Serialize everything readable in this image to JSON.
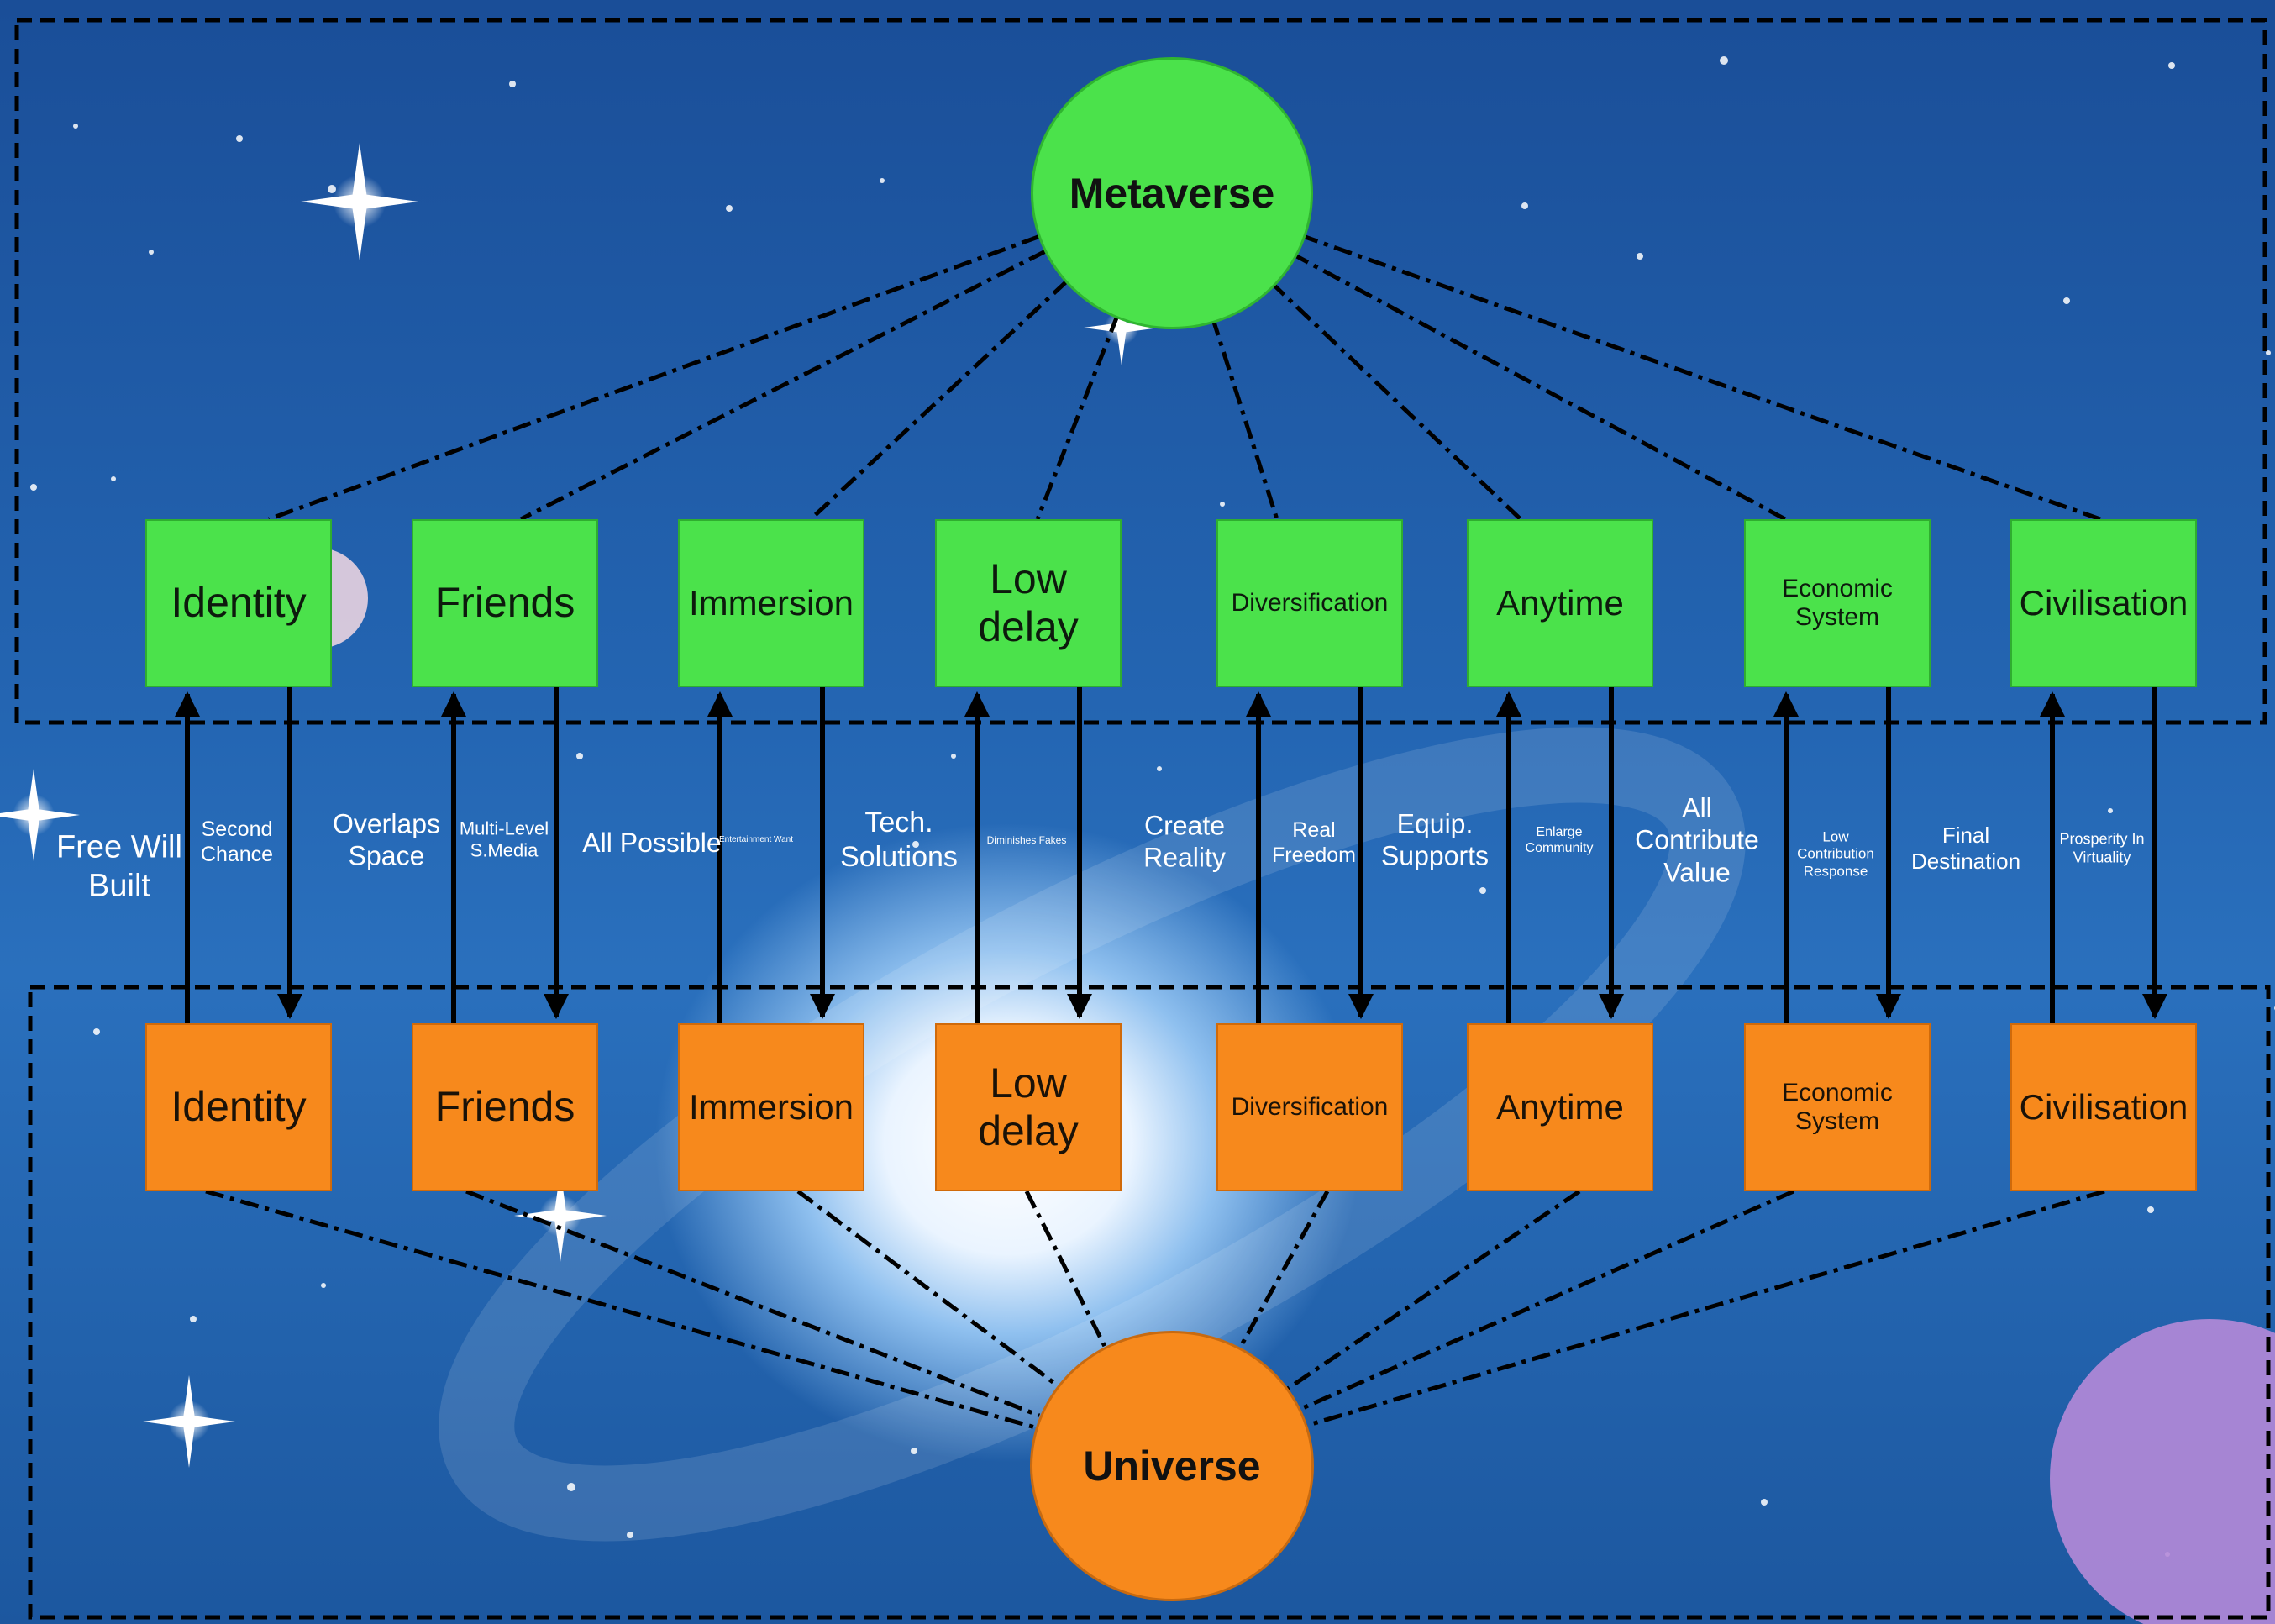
{
  "top_node": "Metaverse",
  "bottom_node": "Universe",
  "metaverse_boxes": [
    {
      "label": "Identity",
      "size": "xl"
    },
    {
      "label": "Friends",
      "size": "xl"
    },
    {
      "label": "Immersion",
      "size": "l"
    },
    {
      "label": "Low delay",
      "size": "xl"
    },
    {
      "label": "Diversification",
      "size": "s"
    },
    {
      "label": "Anytime",
      "size": "l"
    },
    {
      "label": "Economic System",
      "size": "s"
    },
    {
      "label": "Civilisation",
      "size": "l"
    }
  ],
  "universe_boxes": [
    {
      "label": "Identity",
      "size": "xl"
    },
    {
      "label": "Friends",
      "size": "xl"
    },
    {
      "label": "Immersion",
      "size": "l"
    },
    {
      "label": "Low delay",
      "size": "xl"
    },
    {
      "label": "Diversification",
      "size": "s"
    },
    {
      "label": "Anytime",
      "size": "l"
    },
    {
      "label": "Economic System",
      "size": "s"
    },
    {
      "label": "Civilisation",
      "size": "l"
    }
  ],
  "up_arrow_labels": [
    "Free Will Built",
    "Overlaps Space",
    "All Possible",
    "Tech. Solutions",
    "Create Reality",
    "Equip. Supports",
    "All Contribute Value",
    "Final Destination"
  ],
  "down_arrow_labels": [
    "Second Chance",
    "Multi-Level S.Media",
    "Entertainment Want",
    "Diminishes Fakes",
    "Real Freedom",
    "Enlarge Community",
    "Low Contribution Response",
    "Prosperity In Virtuality"
  ],
  "colors": {
    "metaverse": "#4be24b",
    "universe": "#f7891c",
    "background": "#1f5aa6",
    "line": "#000000"
  }
}
